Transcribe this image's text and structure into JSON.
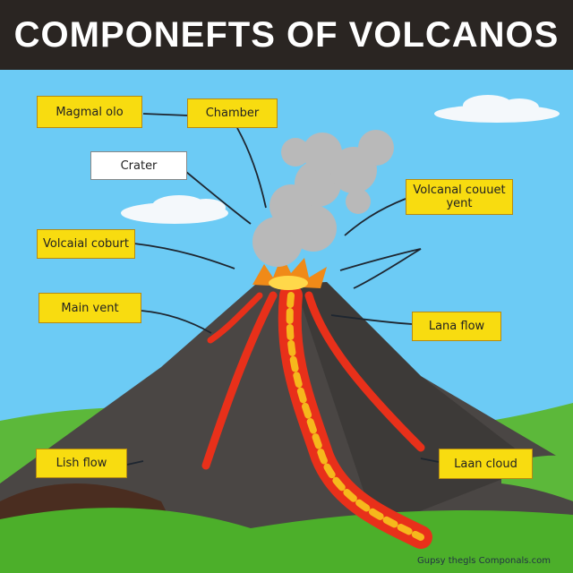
{
  "title": "COMPONEFTS OF VOLCANOS",
  "labels": {
    "magma": "Magmal olo",
    "chamber": "Chamber",
    "crater": "Crater",
    "conduit": "Volcaial coburt",
    "main_vent": "Main vent",
    "secondary_vent": "Volcanal couuet yent",
    "lava_flow": "Lana flow",
    "ash_flow": "Lish flow",
    "ash_cloud": "Laan cloud"
  },
  "footer": "Gupsy thegls Componals.com",
  "colors": {
    "sky": "#6ccbf5",
    "title_bg": "#2a2522",
    "label": "#f8dc10",
    "lava": "#e8301a",
    "rock": "#4a4644",
    "grass": "#4caf2a"
  }
}
